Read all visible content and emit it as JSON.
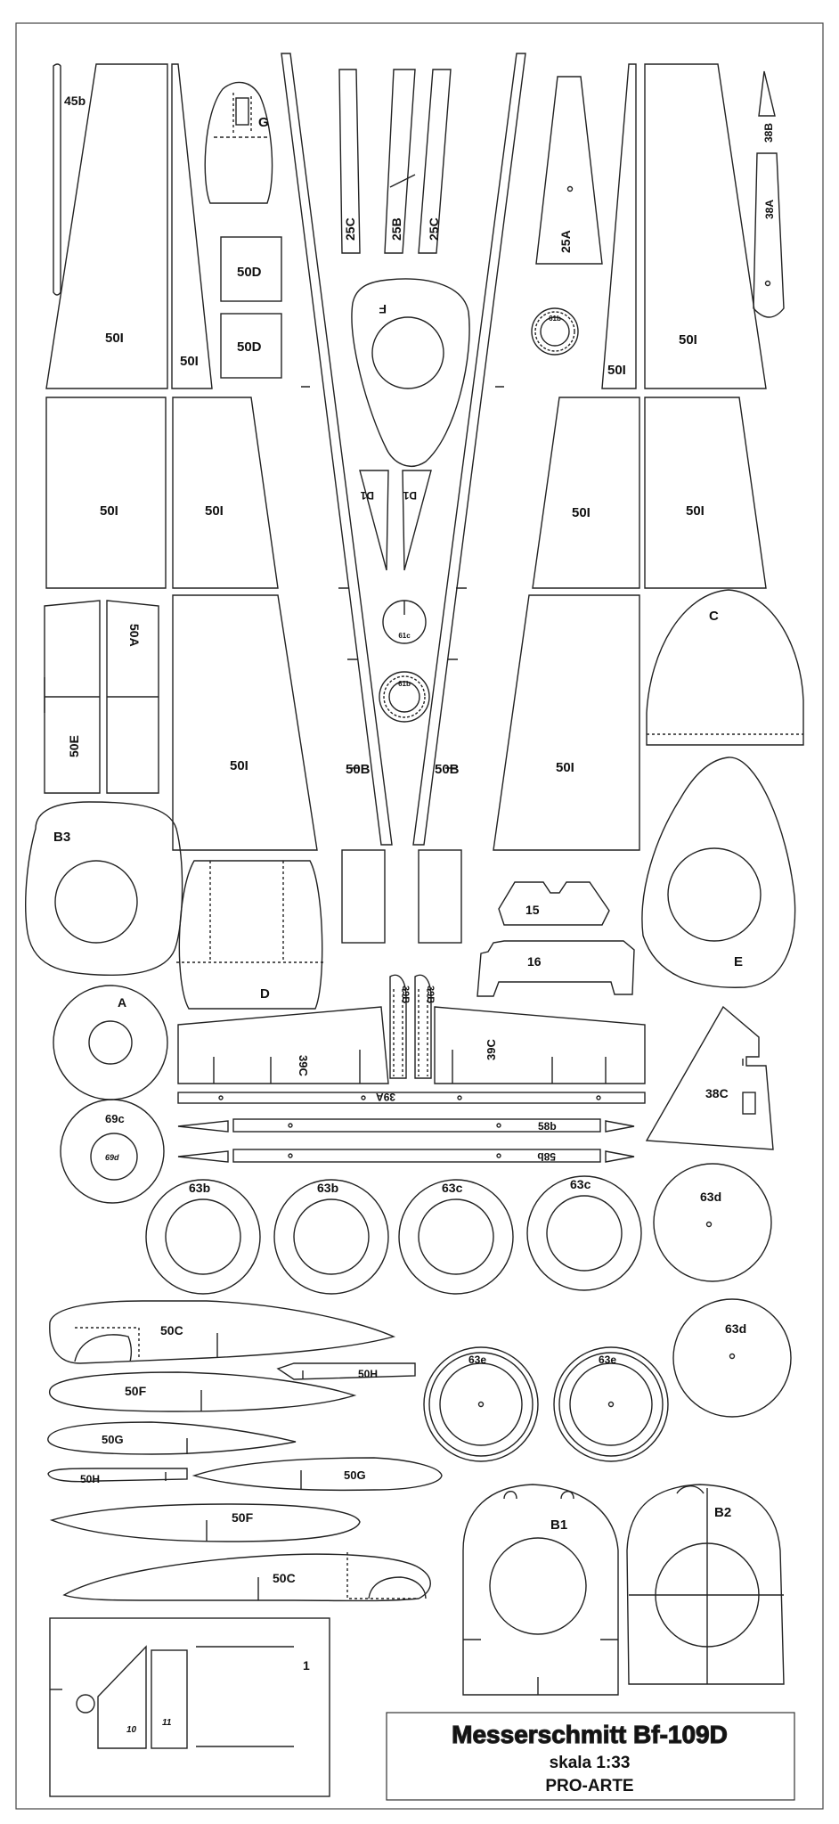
{
  "title_block": {
    "model": "Messerschmitt Bf-109D",
    "scale": "skala 1:33",
    "maker": "PRO-ARTE"
  },
  "colors": {
    "line": "#222222",
    "paper": "#ffffff"
  },
  "labels": {
    "p45b": "45b",
    "p50I": "50I",
    "pG": "G",
    "p25C": "25C",
    "p25B": "25B",
    "p25A": "25A",
    "p38B": "38B",
    "p38A": "38A",
    "p50D": "50D",
    "pF": "F",
    "p61b": "61b",
    "pD1": "D1",
    "p61c": "61c",
    "pC": "C",
    "p50A": "50A",
    "p50E": "50E",
    "p50B": "50B",
    "pB3": "B3",
    "pD": "D",
    "p15": "15",
    "p16": "16",
    "pE": "E",
    "pA": "A",
    "p39B": "39B",
    "p39C": "39C",
    "p39A": "39A",
    "p38C": "38C",
    "p69c": "69c",
    "p69d": "69d",
    "p58b": "58b",
    "p63b": "63b",
    "p63c": "63c",
    "p63d": "63d",
    "p63e": "63e",
    "p50C": "50C",
    "p50H": "50H",
    "p50F": "50F",
    "p50G": "50G",
    "pB1": "B1",
    "pB2": "B2",
    "p1": "1",
    "p10": "10",
    "p11": "11"
  }
}
